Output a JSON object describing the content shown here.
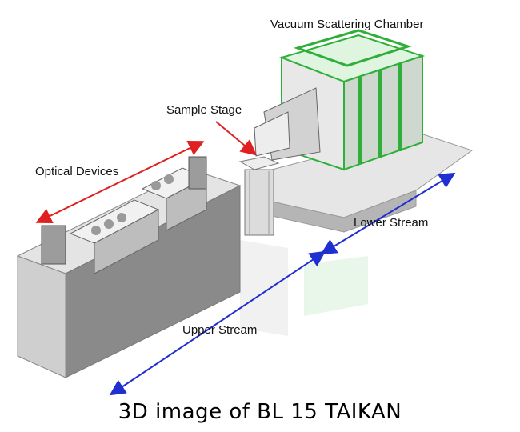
{
  "labels": {
    "vacuum_chamber": "Vacuum Scattering Chamber",
    "sample_stage": "Sample Stage",
    "optical_devices": "Optical Devices",
    "lower_stream": "Lower Stream",
    "upper_stream": "Upper Stream"
  },
  "caption": "3D image of BL 15 TAIKAN",
  "colors": {
    "chamber_green": "#2fae3a",
    "arrow_red": "#e02020",
    "arrow_blue": "#1f2fd0",
    "base_grey": "#8a8a8a"
  }
}
